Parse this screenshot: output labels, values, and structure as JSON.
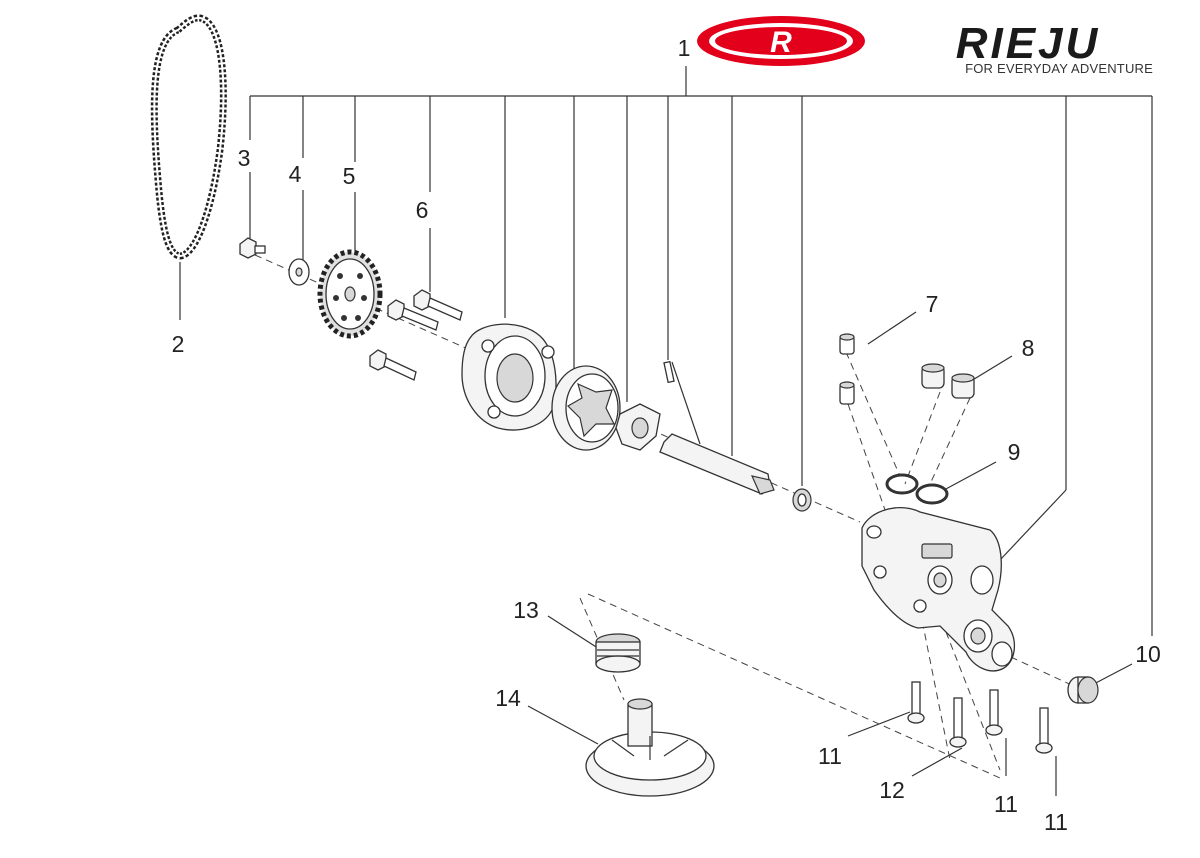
{
  "brand": {
    "name": "RIEJU",
    "tagline": "FOR EVERYDAY ADVENTURE",
    "color_primary": "#e3001b",
    "color_text": "#222222"
  },
  "callouts": [
    "1",
    "2",
    "3",
    "4",
    "5",
    "6",
    "7",
    "8",
    "9",
    "10",
    "11",
    "12",
    "13",
    "14"
  ],
  "extra_callouts": {
    "c11b": "11",
    "c11c": "11"
  }
}
